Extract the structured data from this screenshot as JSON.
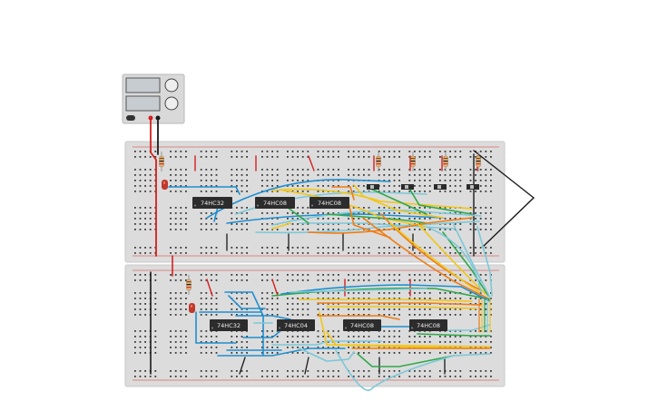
{
  "canvas": {
    "background": "#ffffff"
  },
  "power_supply": {
    "readout_top": "",
    "readout_bottom": "",
    "body_color": "#d9d9d9",
    "display_color": "#c7ccd0",
    "knob_color": "#eeeeee",
    "lead_positive": "#d42020",
    "lead_negative": "#1a1a1a"
  },
  "breadboards": {
    "body_color": "#dcdcdc",
    "hole_color": "#3a3a3a",
    "rail_red": "#d93030",
    "rail_blue": "#3060c0"
  },
  "chips": [
    {
      "label": "74HC32",
      "board": "top"
    },
    {
      "label": "74HC08",
      "board": "top"
    },
    {
      "label": "74HC08",
      "board": "top"
    },
    {
      "label": "74HC32",
      "board": "bottom"
    },
    {
      "label": "74HC04",
      "board": "bottom"
    },
    {
      "label": "74HC08",
      "board": "bottom"
    },
    {
      "label": "74HC08",
      "board": "bottom"
    }
  ],
  "components": {
    "led_color": "#c0392b",
    "resistor_count_top": 5,
    "resistor_count_bottom": 1,
    "switch_count_top": 4,
    "switch_color": "#2b2b2b"
  },
  "wire_colors": {
    "blue": "#1f8fd0",
    "light_blue": "#7cc8d8",
    "yellow": "#f2c614",
    "orange": "#f07c14",
    "green": "#2fa84a",
    "red": "#d42020",
    "black": "#1a1a1a"
  }
}
